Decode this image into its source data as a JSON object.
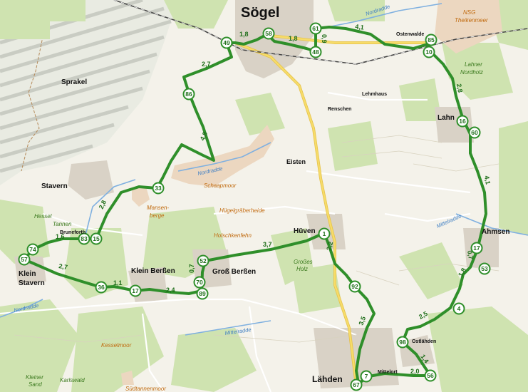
{
  "towns": {
    "soegel": "Sögel",
    "sprakel": "Sprakel",
    "stavern": "Stavern",
    "klein_stavern_1": "Klein",
    "klein_stavern_2": "Stavern",
    "klein_berssen": "Klein Berßen",
    "gross_berssen": "Groß Berßen",
    "hueven": "Hüven",
    "laehden": "Lähden",
    "lahn": "Lahn",
    "ahmsen": "Ahmsen",
    "eisten": "Eisten",
    "ostenwalde": "Ostenwalde",
    "lehmhaus": "Lehmhaus",
    "renschen": "Renschen",
    "bruneforth": "Bruneforth",
    "mittelort": "Mittelort",
    "ostlaehden": "Ostlähden"
  },
  "areas": {
    "hessel": "Hessel",
    "tannen": "Tannen",
    "lahner_nordholz_1": "Lahner",
    "lahner_nordholz_2": "Nordholz",
    "grosses_holz_1": "Großes",
    "grosses_holz_2": "Holz",
    "kleiner_sand_1": "Kleiner",
    "kleiner_sand_2": "Sand",
    "karlswald": "Karlswald"
  },
  "pois": {
    "nsg_1": "NSG",
    "nsg_2": "Theikenmeer",
    "mansenberge_1": "Mansen-",
    "mansenberge_2": "berge",
    "huegelgraeberheide": "Hügelgräberheide",
    "holschkenfehn": "Holschkenfehn",
    "schaapmoor": "Schaapmoor",
    "kesselmoor": "Kesselmoor",
    "suedtannenmoor": "Südtannenmoor"
  },
  "rivers": {
    "nordradde_ne": "Nordradde",
    "nordradde_mid": "Nordradde",
    "nordradde_w": "Nordradde",
    "mittelradde_e": "Mittelradde",
    "mittelradde_s": "Mittelradde"
  },
  "nodes": [
    "49",
    "58",
    "61",
    "48",
    "85",
    "10",
    "16",
    "60",
    "17",
    "53",
    "4",
    "98",
    "56",
    "7",
    "67",
    "92",
    "1",
    "52",
    "70",
    "89",
    "17",
    "36",
    "57",
    "74",
    "83",
    "15",
    "33",
    "86"
  ],
  "distances": [
    "1,8",
    "1,8",
    "0,9",
    "4,1",
    "2,8",
    "4,1",
    "0,7",
    "1,8",
    "2,5",
    "1,4",
    "2,0",
    "3,5",
    "2,2",
    "3,7",
    "0,7",
    "2,4",
    "1,1",
    "2,7",
    "1,6",
    "2,8",
    "4,8",
    "2,7"
  ],
  "colors": {
    "route": "#2f8f2a",
    "settlement": "#d9d2c6",
    "forest": "#cfe3b0",
    "moor": "#ecd7c0",
    "water": "#7fb0e0",
    "road_main": "#f6dc6a",
    "heath": "#cfcfcf"
  }
}
